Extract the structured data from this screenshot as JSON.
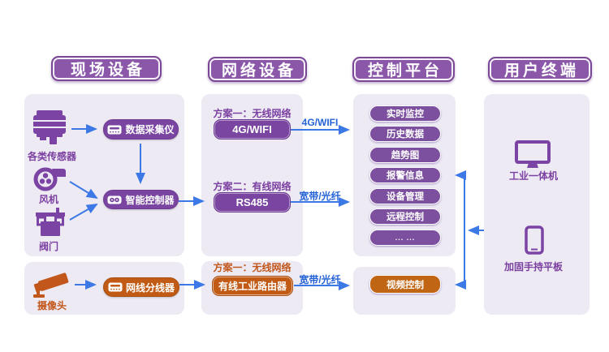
{
  "headers": {
    "field": "现场设备",
    "network": "网络设备",
    "control": "控制平台",
    "user": "用户终端"
  },
  "field": {
    "sensor_label": "各类传感器",
    "fan_label": "风机",
    "valve_label": "阀门",
    "camera_label": "摄像头",
    "collector": "数据采集仪",
    "controller": "智能控制器",
    "splitter": "网线分线器"
  },
  "network": {
    "plan1_title": "方案一：无线网络",
    "plan1_node": "4G/WIFI",
    "plan2_title": "方案二：有线网络",
    "plan2_node": "RS485",
    "plan3_title": "方案一：无线网络",
    "plan3_node": "有线工业路由器"
  },
  "link_labels": {
    "wifi": "4G/WIFI",
    "fiber_top": "宽带/光纤",
    "fiber_bottom": "宽带/光纤"
  },
  "control": {
    "items": [
      "实时监控",
      "历史数据",
      "趋势图",
      "报警信息",
      "设备管理",
      "远程控制",
      "... ..."
    ],
    "video": "视频控制"
  },
  "user": {
    "pc": "工业一体机",
    "tablet": "加固手持平板"
  },
  "colors": {
    "purple_header": "#8A57A9",
    "purple_node": "#7A45A1",
    "purple_button": "#7C4F9F",
    "purple_text": "#7B3FA0",
    "orange_node": "#C05A14",
    "orange_text": "#C2571B",
    "panel_bg": "#EDEAF4",
    "arrow_blue": "#3C79E6",
    "link_text_blue": "#2563D4"
  }
}
